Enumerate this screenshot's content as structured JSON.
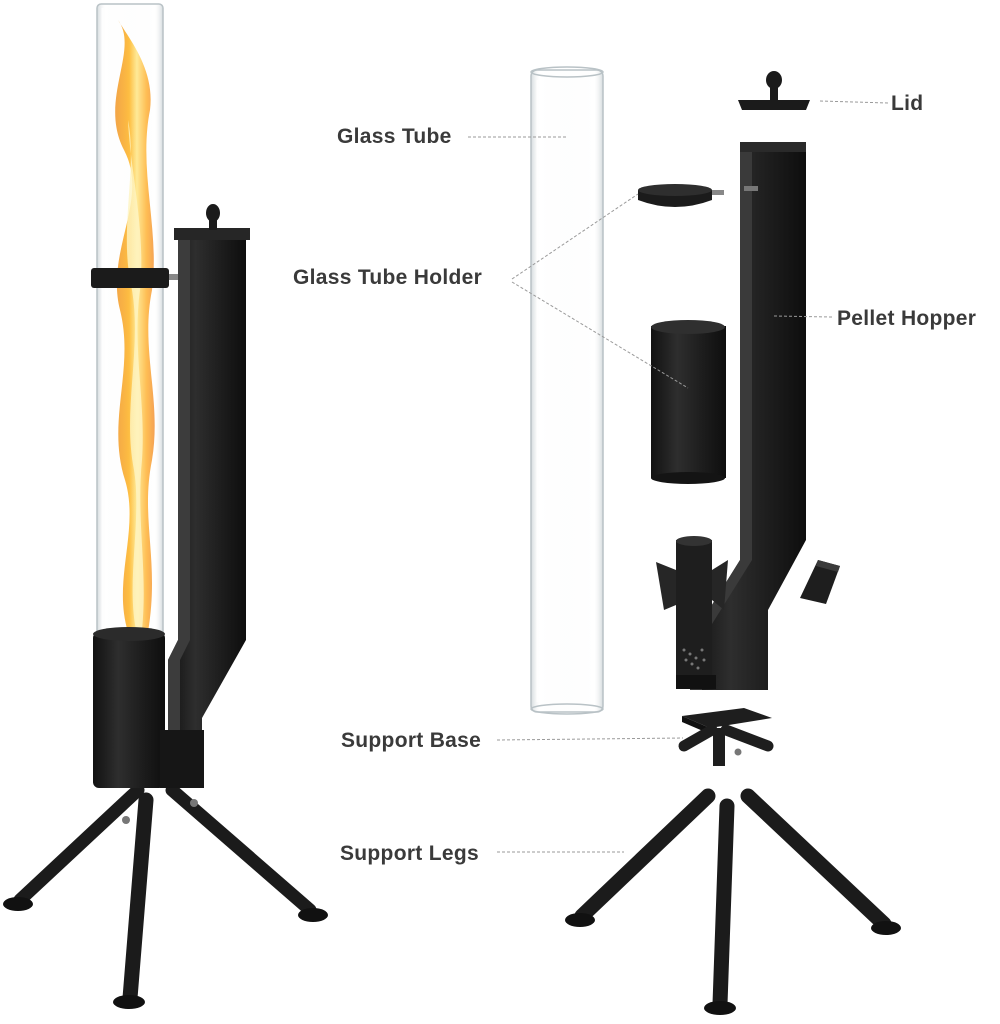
{
  "labels": {
    "lid": "Lid",
    "glass_tube": "Glass Tube",
    "glass_tube_holder": "Glass Tube Holder",
    "pellet_hopper": "Pellet Hopper",
    "support_base": "Support Base",
    "support_legs": "Support Legs"
  },
  "colors": {
    "metal": "#1b1b1b",
    "metal_highlight": "#3c3c3c",
    "glass_edge": "#b9c2c6",
    "flame_core": "#ffe680",
    "flame_outer": "#f08a10",
    "label_text": "#3a3a3a",
    "leader_line": "#9a9a9a"
  }
}
